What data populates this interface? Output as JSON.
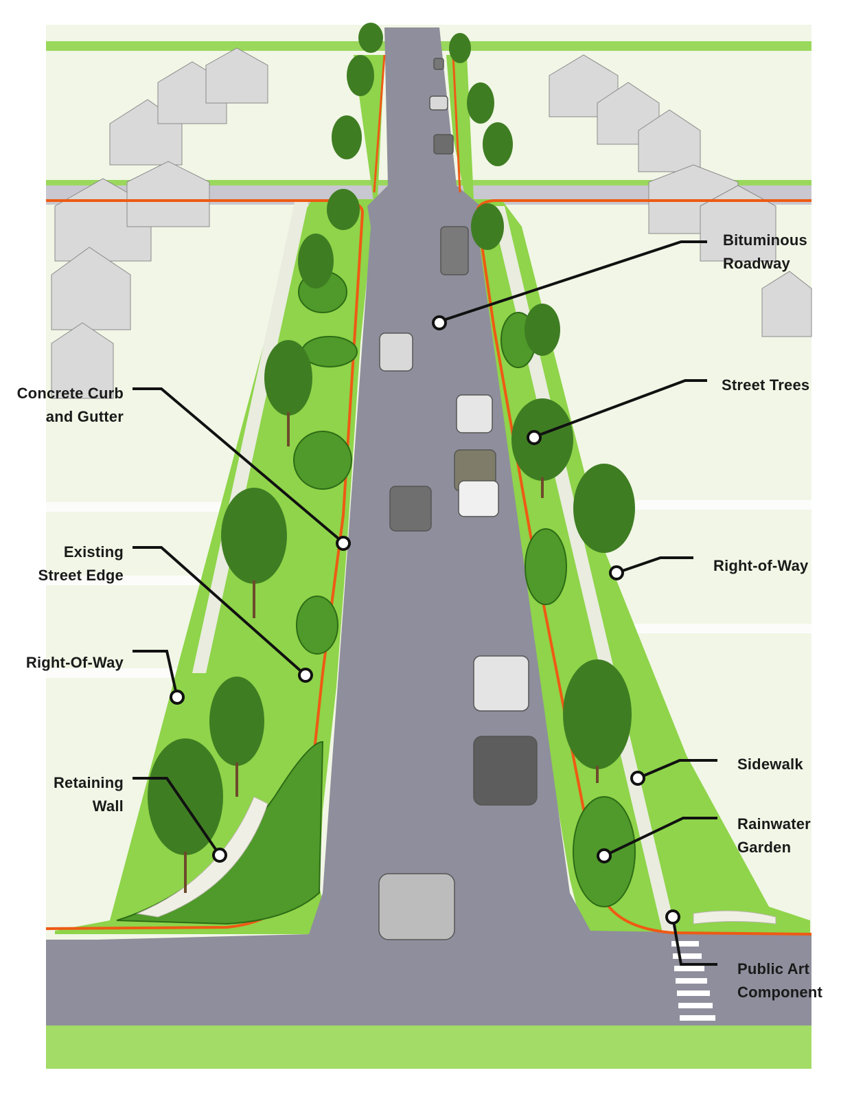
{
  "callouts": {
    "bituminous_roadway": [
      "Bituminous",
      "Roadway"
    ],
    "concrete_curb": [
      "Concrete Curb",
      "and Gutter"
    ],
    "street_trees": [
      "Street Trees"
    ],
    "existing_street_edge": [
      "Existing",
      "Street Edge"
    ],
    "right_of_way_right": [
      "Right-of-Way"
    ],
    "right_of_way_left": [
      "Right-Of-Way"
    ],
    "retaining_wall": [
      "Retaining",
      "Wall"
    ],
    "sidewalk": [
      "Sidewalk"
    ],
    "rainwater_garden": [
      "Rainwater",
      "Garden"
    ],
    "public_art": [
      "Public Art",
      "Component"
    ]
  },
  "colors": {
    "roadway": "#8f8e9c",
    "grass": "#8fd44a",
    "yard": "#eef5df",
    "right_of_way_line": "#ee5a14",
    "tree": "#3f7d23",
    "sidewalk": "#e7eadf"
  }
}
